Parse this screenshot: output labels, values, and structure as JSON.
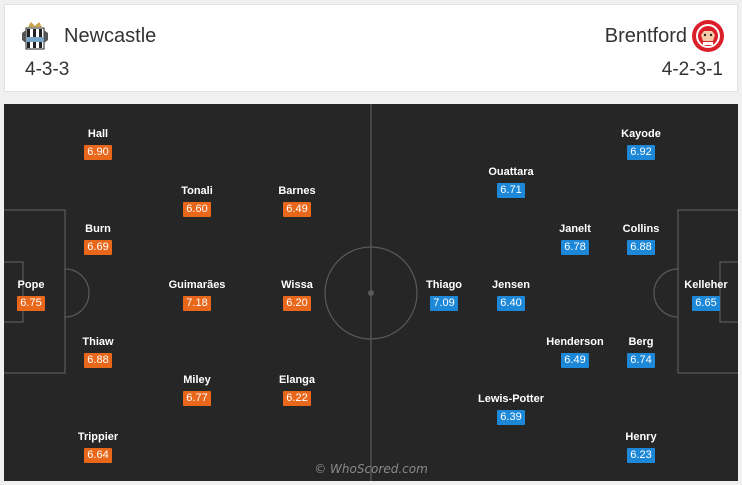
{
  "home": {
    "name": "Newcastle",
    "formation": "4-3-3",
    "rating_color": "#e8671a",
    "crest_icon": "newcastle-crest-icon",
    "players": [
      {
        "name": "Pope",
        "rating": "6.75"
      },
      {
        "name": "Hall",
        "rating": "6.90"
      },
      {
        "name": "Burn",
        "rating": "6.69"
      },
      {
        "name": "Thiaw",
        "rating": "6.88"
      },
      {
        "name": "Trippier",
        "rating": "6.64"
      },
      {
        "name": "Tonali",
        "rating": "6.60"
      },
      {
        "name": "Guimarães",
        "rating": "7.18"
      },
      {
        "name": "Miley",
        "rating": "6.77"
      },
      {
        "name": "Barnes",
        "rating": "6.49"
      },
      {
        "name": "Wissa",
        "rating": "6.20"
      },
      {
        "name": "Elanga",
        "rating": "6.22"
      }
    ]
  },
  "away": {
    "name": "Brentford",
    "formation": "4-2-3-1",
    "rating_color": "#1e88d8",
    "crest_icon": "brentford-crest-icon",
    "players": [
      {
        "name": "Kelleher",
        "rating": "6.65"
      },
      {
        "name": "Kayode",
        "rating": "6.92"
      },
      {
        "name": "Collins",
        "rating": "6.88"
      },
      {
        "name": "Berg",
        "rating": "6.74"
      },
      {
        "name": "Henry",
        "rating": "6.23"
      },
      {
        "name": "Janelt",
        "rating": "6.78"
      },
      {
        "name": "Henderson",
        "rating": "6.49"
      },
      {
        "name": "Ouattara",
        "rating": "6.71"
      },
      {
        "name": "Jensen",
        "rating": "6.40"
      },
      {
        "name": "Lewis-Potter",
        "rating": "6.39"
      },
      {
        "name": "Thiago",
        "rating": "7.09"
      }
    ]
  },
  "watermark": "© WhoScored.com",
  "pitch": {
    "background": "#262626",
    "line_color": "#5a5a5a"
  }
}
